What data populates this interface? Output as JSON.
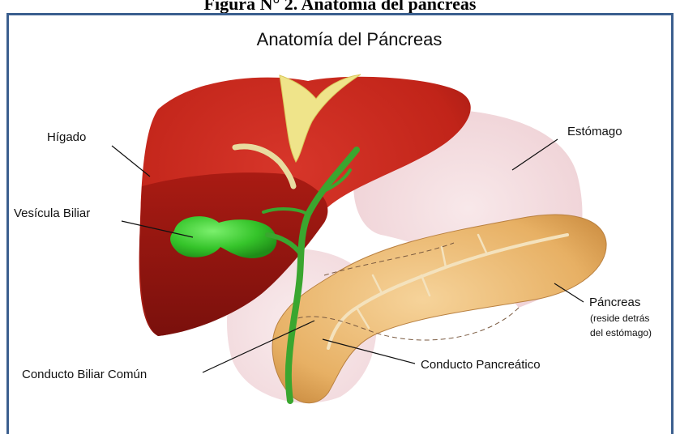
{
  "figure_caption": "Figura N° 2. Anatomía del páncreas",
  "diagram_title": "Anatomía del Páncreas",
  "labels": {
    "liver": "Hígado",
    "gallbladder": "Vesícula Biliar",
    "stomach": "Estómago",
    "pancreas": "Páncreas",
    "pancreas_note_1": "(reside detrás",
    "pancreas_note_2": "del estómago)",
    "common_bile_duct": "Conducto Biliar Común",
    "pancreatic_duct": "Conducto Pancreático"
  },
  "colors": {
    "frame_border": "#3b5f8f",
    "liver": "#c8281c",
    "liver_dark": "#8e1410",
    "gallbladder": "#35c42a",
    "bile_duct": "#3aa62f",
    "stomach": "#f3d9dc",
    "pancreas": "#e9b46a",
    "ligament": "#efe48a"
  }
}
